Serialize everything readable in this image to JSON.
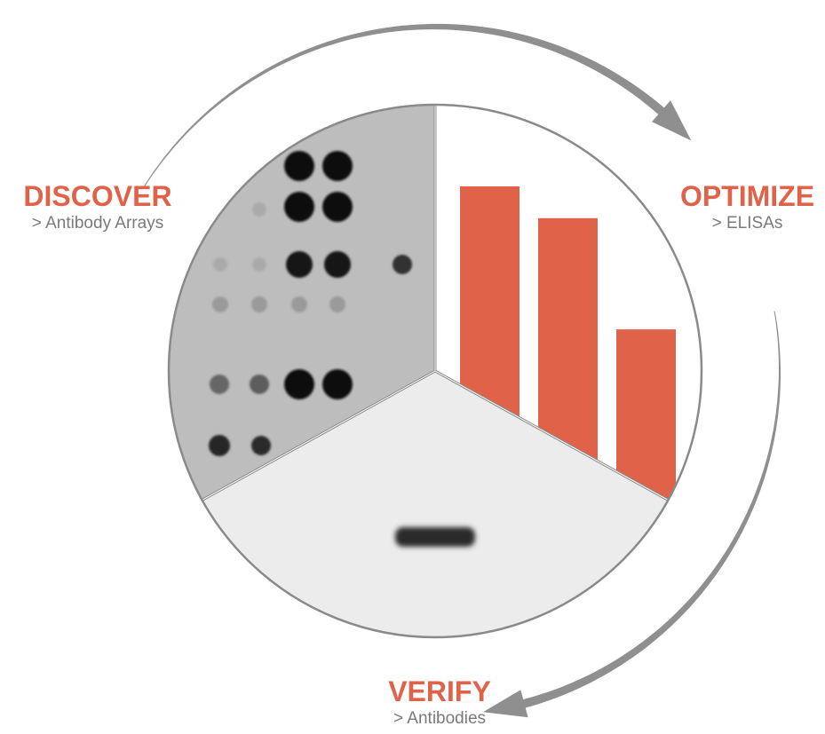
{
  "colors": {
    "accent": "#e06249",
    "arrow": "#8f8f8f",
    "subtext": "#7a7a7a",
    "array_bg": "#bdbdbd",
    "blot_bg": "#ececec",
    "bar": "#e06249"
  },
  "stages": [
    {
      "key": "discover",
      "title": "DISCOVER",
      "subtitle": "> Antibody Arrays"
    },
    {
      "key": "optimize",
      "title": "OPTIMIZE",
      "subtitle": "> ELISAs"
    },
    {
      "key": "verify",
      "title": "VERIFY",
      "subtitle": "> Antibodies"
    }
  ],
  "icons": [
    "cycle-arrow-icon",
    "cycle-arrow-icon",
    "cycle-arrow-icon"
  ],
  "elisa_bars": [
    1.0,
    0.9,
    0.55
  ]
}
